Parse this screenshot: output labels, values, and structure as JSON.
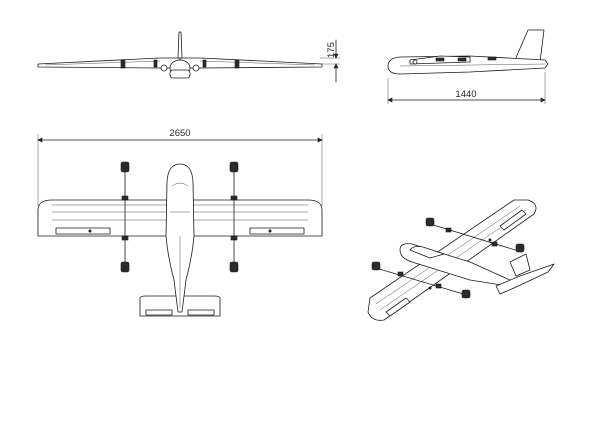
{
  "drawing": {
    "dimensions": {
      "wingspan": "2650",
      "length": "1440",
      "height": "175"
    }
  }
}
